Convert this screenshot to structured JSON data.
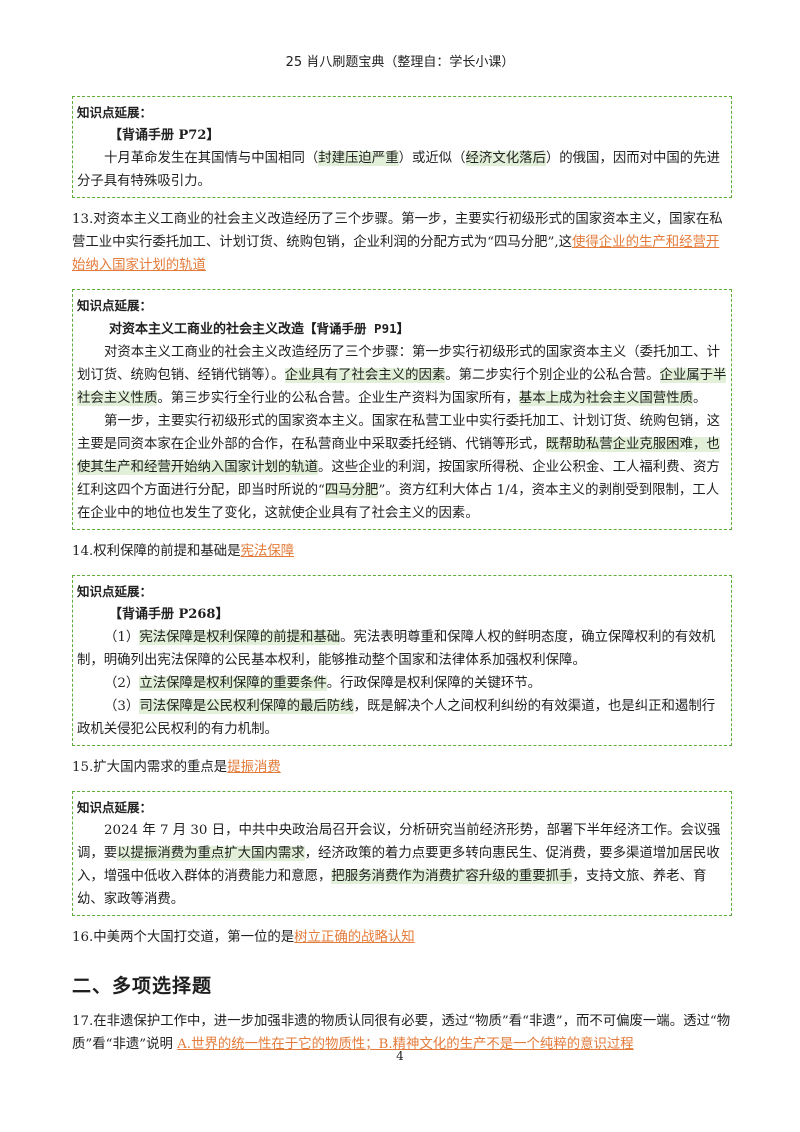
{
  "header": {
    "title": "25 肖八刷题宝典（整理自：学长小课）"
  },
  "box1": {
    "head": "知识点延展：",
    "title": "【背诵手册 P72】",
    "t1": "十月革命发生在其国情与中国相同（",
    "h1": "封建压迫严重",
    "t2": "）或近似（",
    "h2": "经济文化落后",
    "t3": "）的俄国，因而对中国的先进分子具有特殊吸引力。"
  },
  "q13": {
    "text": "13.对资本主义工商业的社会主义改造经历了三个步骤。第一步，主要实行初级形式的国家资本主义，国家在私营工业中实行委托加工、计划订货、统购包销，企业利润的分配方式为“四马分肥”,这",
    "answer": "使得企业的生产和经营开始纳入国家计划的轨道"
  },
  "box2": {
    "head": "知识点延展：",
    "title": "对资本主义工商业的社会主义改造",
    "title_ref": "【背诵手册 P91】",
    "p1_a": "对资本主义工商业的社会主义改造经历了三个步骤：第一步实行初级形式的国家资本主义（委托加工、计划订货、统购包销、经销代销等）。",
    "p1_h1": "企业具有了社会主义的因素",
    "p1_b": "。第二步实行个别企业的公私合营。",
    "p1_h2": "企业属于半社会主义性质",
    "p1_c": "。第三步实行全行业的公私合营。企业生产资料为国家所有，",
    "p1_h3": "基本上成为社会主义国营性质",
    "p1_d": "。",
    "p2_a": "第一步，主要实行初级形式的国家资本主义。国家在私营工业中实行委托加工、计划订货、统购包销，这主要是同资本家在企业外部的合作，在私营商业中采取委托经销、代销等形式，",
    "p2_h1": "既帮助私营企业克服困难，也使其生产和经营开始纳入国家计划的轨道",
    "p2_b": "。这些企业的利润，按国家所得税、企业公积金、工人福利费、资方红利这四个方面进行分配，即当时所说的“",
    "p2_h2": "四马分肥",
    "p2_c": "”。资方红利大体占 1/4，资本主义的剥削受到限制，工人在企业中的地位也发生了变化，这就使企业具有了社会主义的因素。"
  },
  "q14": {
    "text": "14.权利保障的前提和基础是",
    "answer": "宪法保障"
  },
  "box3": {
    "head": "知识点延展：",
    "title": "【背诵手册 P268】",
    "i1_n": "（1）",
    "i1_h": "宪法保障是权利保障的前提和基础",
    "i1_t": "。宪法表明尊重和保障人权的鲜明态度，确立保障权利的有效机制，明确列出宪法保障的公民基本权利，能够推动整个国家和法律体系加强权利保障。",
    "i2_n": "（2）",
    "i2_h": "立法保障是权利保障的重要条件",
    "i2_t": "。行政保障是权利保障的关键环节。",
    "i3_n": "（3）",
    "i3_h": "司法保障是公民权利保障的最后防线",
    "i3_t": "，既是解决个人之间权利纠纷的有效渠道，也是纠正和遏制行政机关侵犯公民权利的有力机制。"
  },
  "q15": {
    "text": "15.扩大国内需求的重点是",
    "answer": "提振消费"
  },
  "box4": {
    "head": "知识点延展：",
    "t1": "2024 年 7 月 30 日，中共中央政治局召开会议，分析研究当前经济形势，部署下半年经济工作。会议强调，要",
    "h1": "以提振消费为重点扩大国内需求",
    "t2": "，经济政策的着力点要更多转向惠民生、促消费，要多渠道增加居民收入，增强中低收入群体的消费能力和意愿，",
    "h2": "把服务消费作为消费扩容升级的重要抓手",
    "t3": "，支持文旅、养老、育幼、家政等消费。"
  },
  "q16": {
    "text": "16.中美两个大国打交道，第一位的是",
    "answer": "树立正确的战略认知"
  },
  "section2": {
    "title": "二、多项选择题"
  },
  "q17": {
    "text": "17.在非遗保护工作中，进一步加强非遗的物质认同很有必要，透过“物质”看“非遗”，而不可偏废一端。透过“物质”看“非遗”说明 ",
    "answer": "A.世界的统一性在于它的物质性；B.精神文化的生产不是一个纯粹的意识过程"
  },
  "footer": {
    "page": "4"
  }
}
